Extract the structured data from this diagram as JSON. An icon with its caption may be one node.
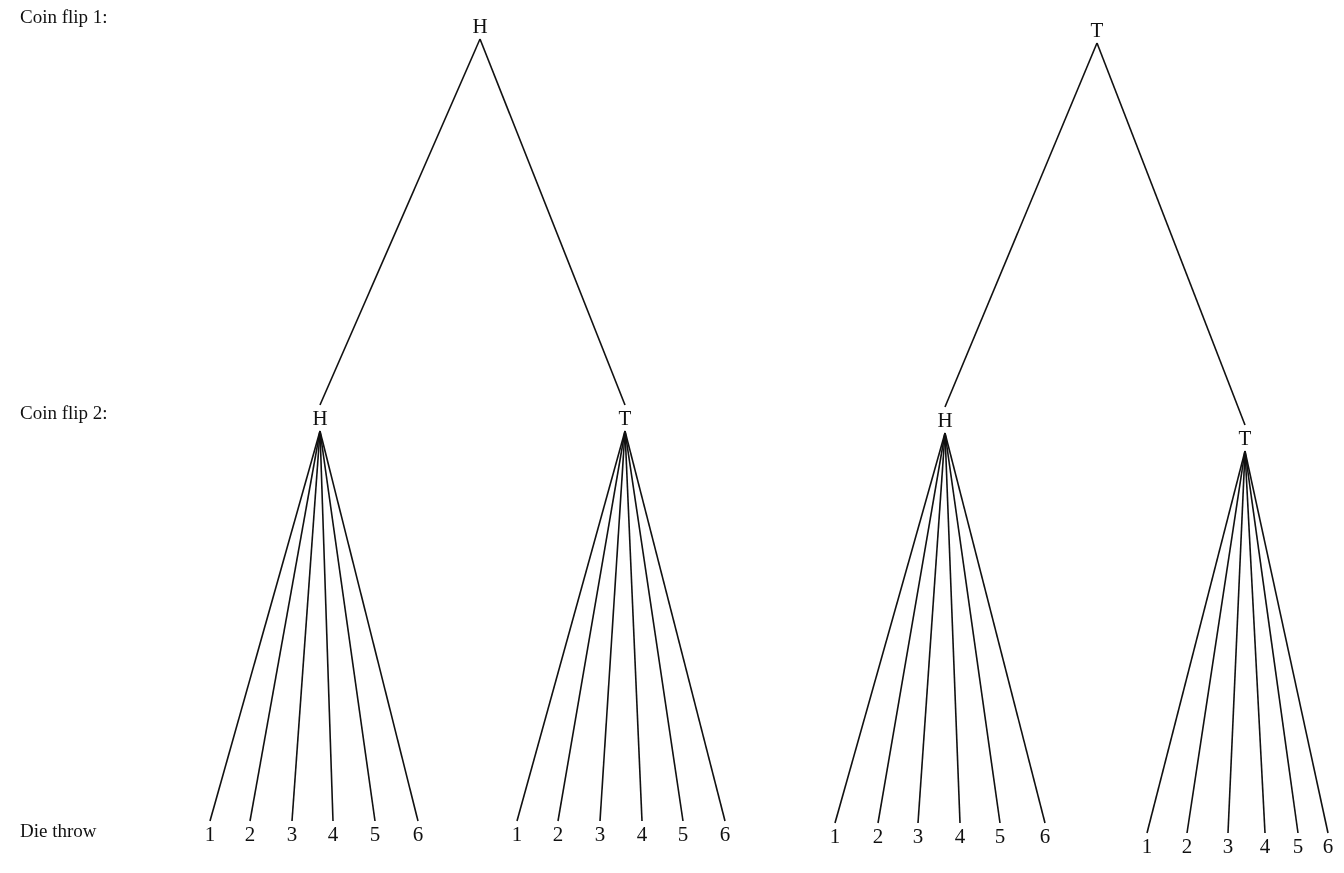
{
  "diagram": {
    "nodes": [
      {
        "text": [
          "H"
        ]
      },
      {
        "text": [
          "T"
        ]
      },
      {
        "text": [
          "H"
        ]
      },
      {
        "text": [
          "T"
        ]
      },
      {
        "text": [
          "H"
        ]
      },
      {
        "text": [
          "T"
        ]
      },
      {
        "text": [
          "1"
        ]
      },
      {
        "text": [
          "2"
        ]
      },
      {
        "text": [
          "3"
        ]
      },
      {
        "text": [
          "4"
        ]
      },
      {
        "text": [
          "5"
        ]
      },
      {
        "text": [
          "6"
        ]
      },
      {
        "text": [
          "1"
        ]
      },
      {
        "text": [
          "2"
        ]
      },
      {
        "text": [
          "3"
        ]
      },
      {
        "text": [
          "4"
        ]
      },
      {
        "text": [
          "5"
        ]
      },
      {
        "text": [
          "6"
        ]
      },
      {
        "text": [
          "1"
        ]
      },
      {
        "text": [
          "2"
        ]
      },
      {
        "text": [
          "3"
        ]
      },
      {
        "text": [
          "4"
        ]
      },
      {
        "text": [
          "5"
        ]
      },
      {
        "text": [
          "6"
        ]
      },
      {
        "text": [
          "1"
        ]
      },
      {
        "text": [
          "2"
        ]
      },
      {
        "text": [
          "3"
        ]
      },
      {
        "text": [
          "4"
        ]
      },
      {
        "text": [
          "5"
        ]
      },
      {
        "text": [
          "6"
        ]
      }
    ],
    "edges": [
      {
        "from": 0,
        "to": 2,
        "arrow": "none"
      },
      {
        "from": 0,
        "to": 3,
        "arrow": "none"
      },
      {
        "from": 1,
        "to": 4,
        "arrow": "none"
      },
      {
        "from": 1,
        "to": 5,
        "arrow": "none"
      },
      {
        "from": 2,
        "to": 6,
        "arrow": "none"
      },
      {
        "from": 2,
        "to": 7,
        "arrow": "none"
      },
      {
        "from": 2,
        "to": 8,
        "arrow": "none"
      },
      {
        "from": 2,
        "to": 9,
        "arrow": "none"
      },
      {
        "from": 2,
        "to": 10,
        "arrow": "none"
      },
      {
        "from": 2,
        "to": 11,
        "arrow": "none"
      },
      {
        "from": 3,
        "to": 12,
        "arrow": "none"
      },
      {
        "from": 3,
        "to": 13,
        "arrow": "none"
      },
      {
        "from": 3,
        "to": 14,
        "arrow": "none"
      },
      {
        "from": 3,
        "to": 15,
        "arrow": "none"
      },
      {
        "from": 3,
        "to": 16,
        "arrow": "none"
      },
      {
        "from": 3,
        "to": 17,
        "arrow": "none"
      },
      {
        "from": 4,
        "to": 18,
        "arrow": "none"
      },
      {
        "from": 4,
        "to": 19,
        "arrow": "none"
      },
      {
        "from": 4,
        "to": 20,
        "arrow": "none"
      },
      {
        "from": 4,
        "to": 21,
        "arrow": "none"
      },
      {
        "from": 4,
        "to": 22,
        "arrow": "none"
      },
      {
        "from": 4,
        "to": 23,
        "arrow": "none"
      },
      {
        "from": 5,
        "to": 24,
        "arrow": "none"
      },
      {
        "from": 5,
        "to": 25,
        "arrow": "none"
      },
      {
        "from": 5,
        "to": 26,
        "arrow": "none"
      },
      {
        "from": 5,
        "to": 27,
        "arrow": "none"
      },
      {
        "from": 5,
        "to": 28,
        "arrow": "none"
      },
      {
        "from": 5,
        "to": 29,
        "arrow": "none"
      }
    ],
    "labels": [
      "Coin flip 1:",
      "Coin flip 2:",
      "Die throw"
    ]
  }
}
